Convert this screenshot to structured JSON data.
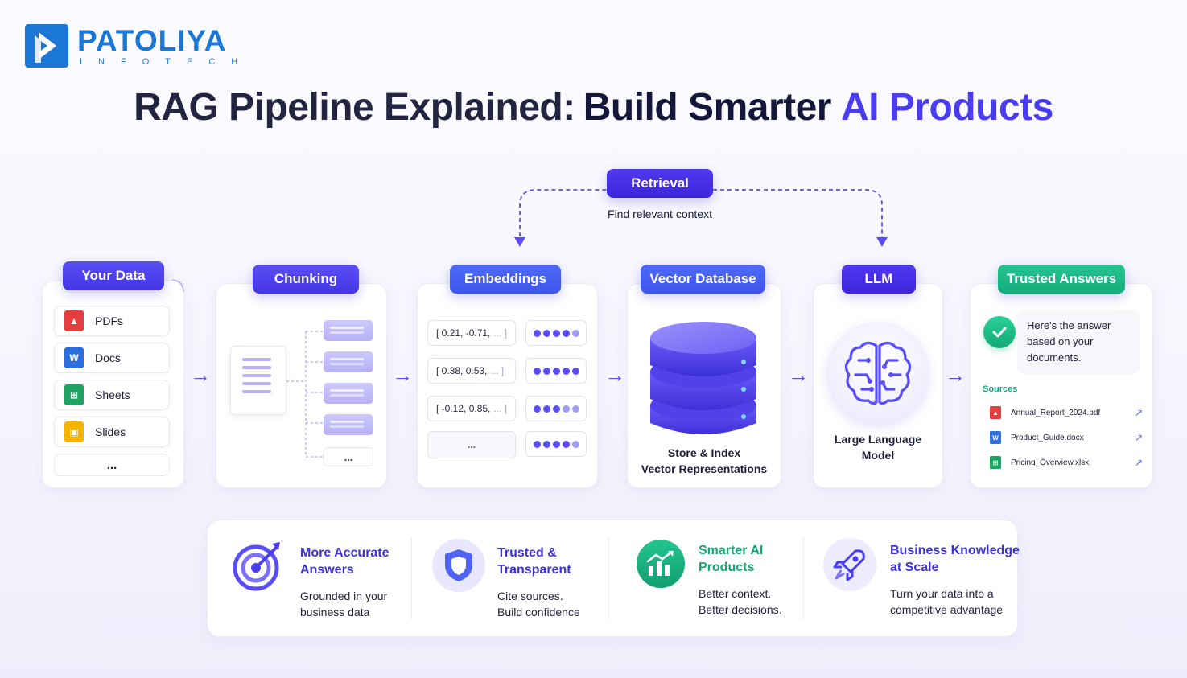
{
  "brand": {
    "name": "PATOLIYA",
    "sub": "INFOTECH"
  },
  "title": {
    "part1": "RAG Pipeline Explained:",
    "part2": "Build Smarter",
    "part3": "AI Products"
  },
  "retrieval": {
    "label": "Retrieval",
    "caption": "Find relevant context"
  },
  "stages": {
    "your_data": {
      "label": "Your Data",
      "items": [
        {
          "label": "PDFs",
          "icon": "pdf-icon",
          "color": "#e53e3e"
        },
        {
          "label": "Docs",
          "icon": "word-icon",
          "color": "#2b6fe0"
        },
        {
          "label": "Sheets",
          "icon": "sheets-icon",
          "color": "#1ea362"
        },
        {
          "label": "Slides",
          "icon": "slides-icon",
          "color": "#f4b400"
        }
      ],
      "more": "..."
    },
    "chunking": {
      "label": "Chunking",
      "more": "..."
    },
    "embeddings": {
      "label": "Embeddings",
      "vectors": [
        {
          "text": "[ 0.21, -0.71,",
          "ellipsis": "... ]"
        },
        {
          "text": "[ 0.38, 0.53,",
          "ellipsis": "... ]"
        },
        {
          "text": "[ -0.12, 0.85,",
          "ellipsis": "... ]"
        }
      ],
      "more": "..."
    },
    "vector_db": {
      "label": "Vector Database",
      "caption_line1": "Store & Index",
      "caption_line2": "Vector Representations"
    },
    "llm": {
      "label": "LLM",
      "caption_line1": "Large Language",
      "caption_line2": "Model"
    },
    "trusted": {
      "label": "Trusted Answers",
      "answer_line1": "Here's the answer",
      "answer_line2": "based on your",
      "answer_line3": "documents.",
      "sources_label": "Sources",
      "sources": [
        {
          "label": "Annual_Report_2024.pdf",
          "icon": "pdf-icon",
          "color": "#e53e3e"
        },
        {
          "label": "Product_Guide.docx",
          "icon": "word-icon",
          "color": "#2b6fe0"
        },
        {
          "label": "Pricing_Overview.xlsx",
          "icon": "sheets-icon",
          "color": "#1ea362"
        }
      ]
    }
  },
  "benefits": [
    {
      "title1": "More Accurate",
      "title2": "Answers",
      "desc1": "Grounded in your",
      "desc2": "business data",
      "icon": "target-icon"
    },
    {
      "title1": "Trusted &",
      "title2": "Transparent",
      "desc1": "Cite sources.",
      "desc2": "Build confidence",
      "icon": "shield-icon"
    },
    {
      "title1": "Smarter AI",
      "title2": "Products",
      "desc1": "Better context.",
      "desc2": "Better decisions.",
      "icon": "growth-chart-icon"
    },
    {
      "title1": "Business Knowledge",
      "title2": "at Scale",
      "desc1": "Turn your data into a",
      "desc2": "competitive advantage",
      "icon": "rocket-icon"
    }
  ],
  "colors": {
    "accent": "#4a3df0",
    "brand": "#1b78d6",
    "success": "#15ad7b"
  }
}
